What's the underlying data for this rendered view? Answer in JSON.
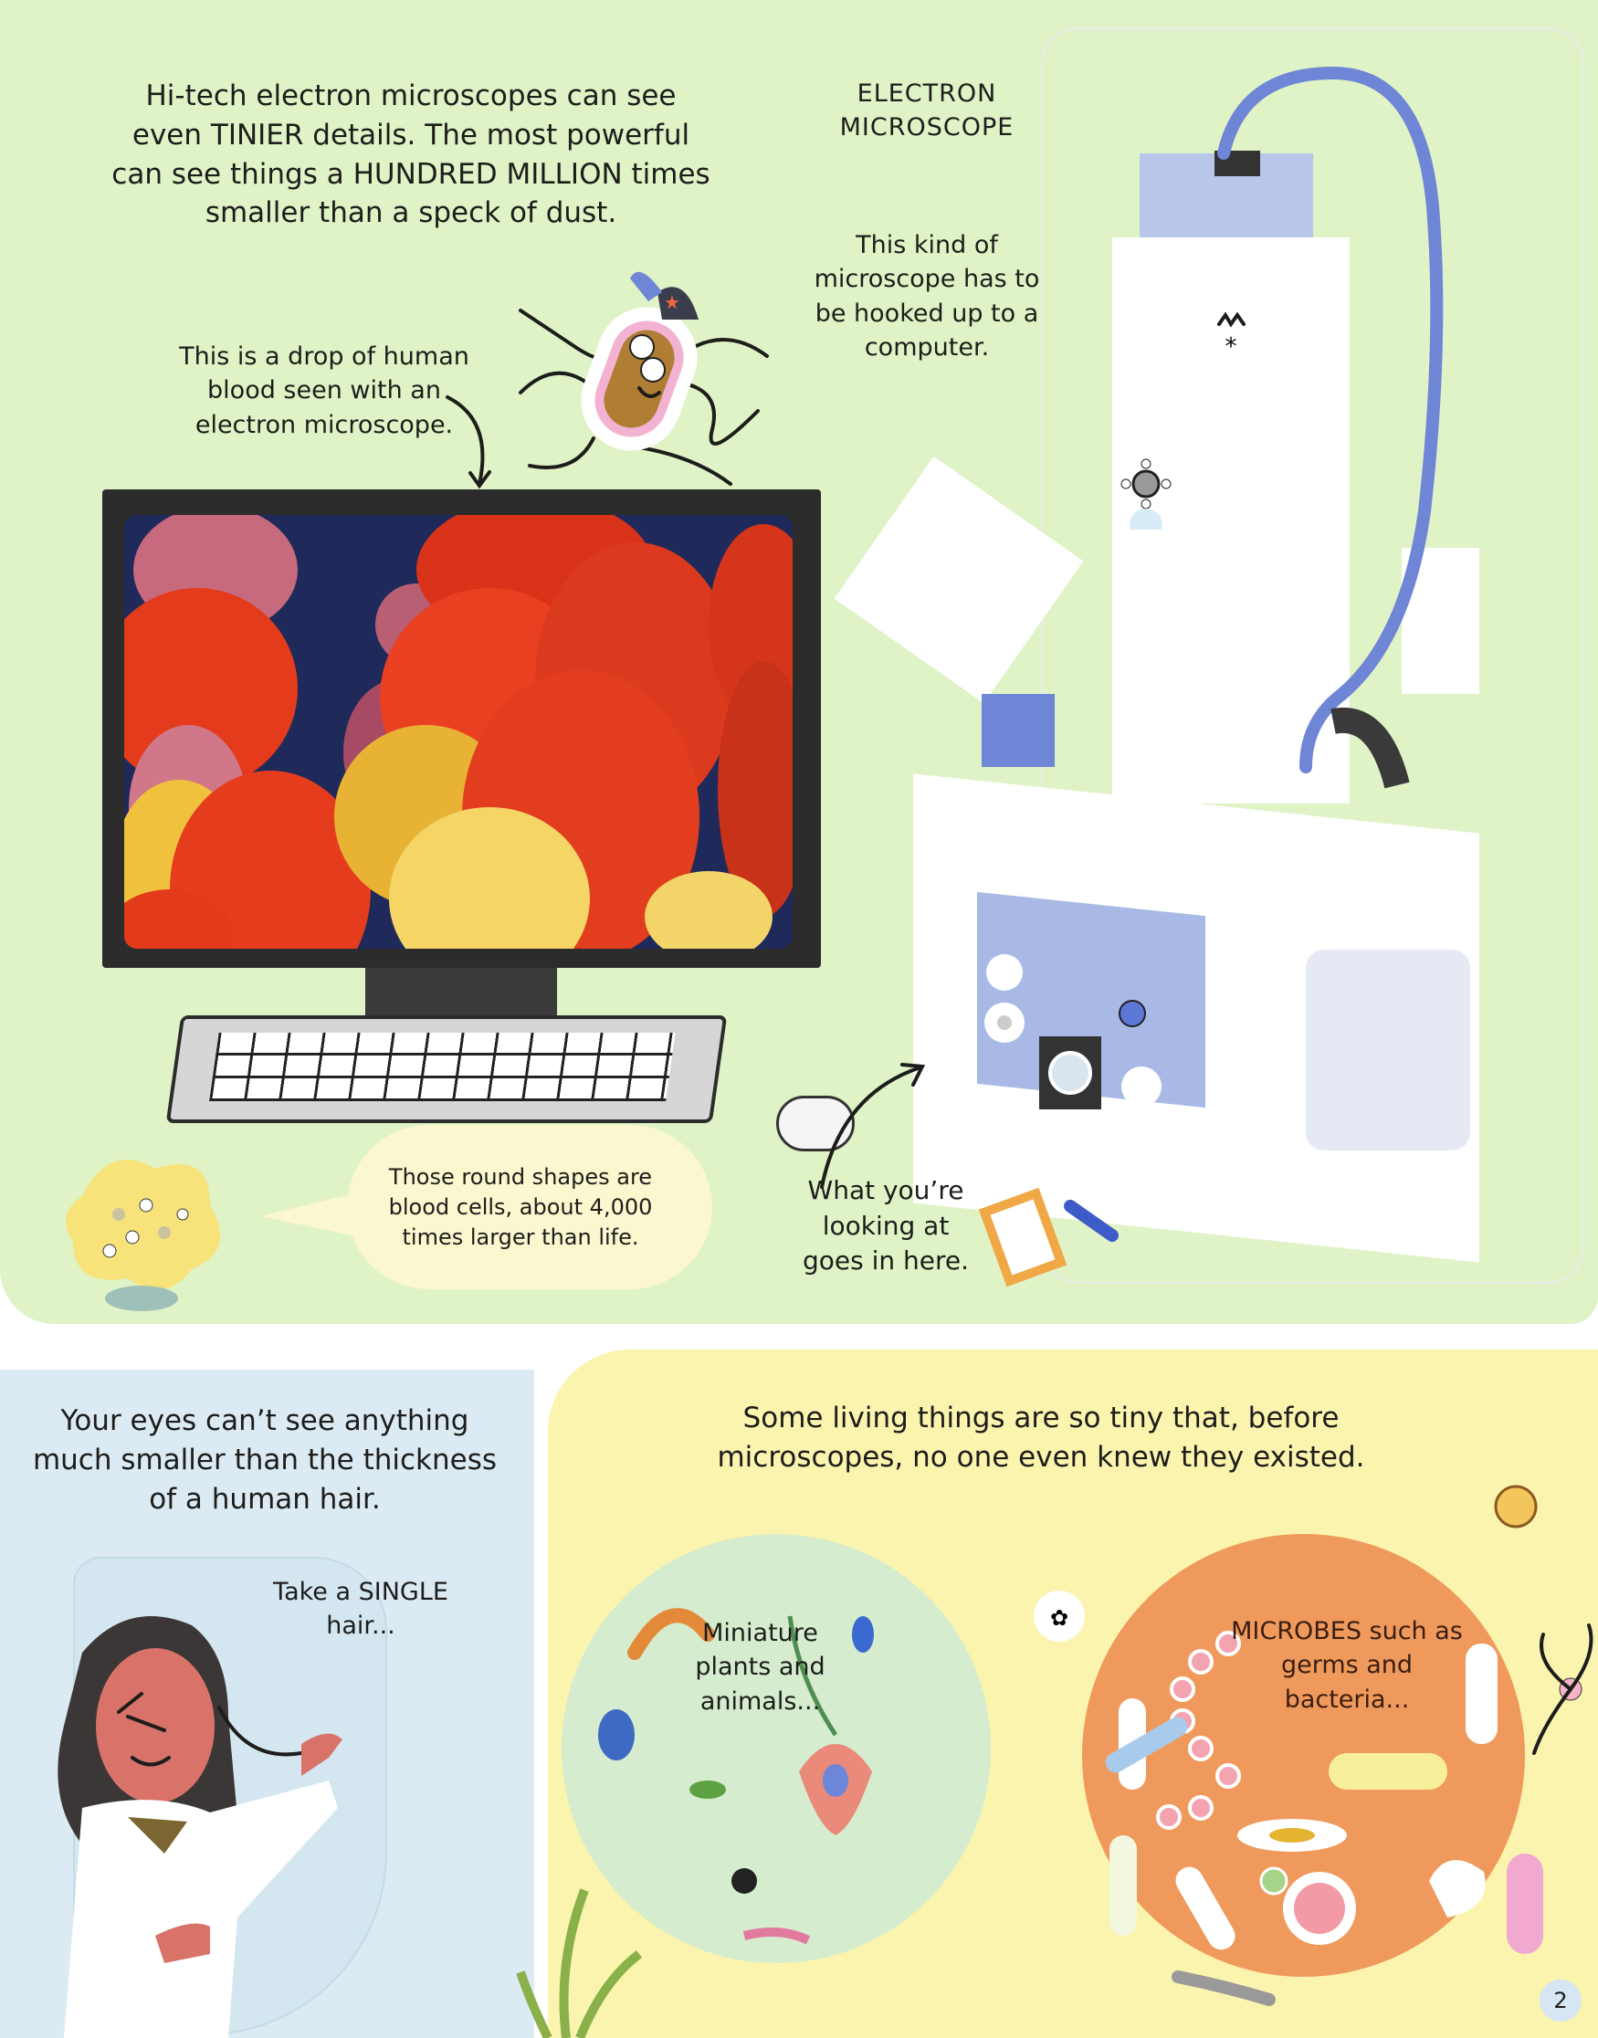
{
  "top_section": {
    "intro_text": "Hi-tech electron microscopes can see even TINIER details. The most powerful can see things a HUNDRED MILLION times smaller than a speck of dust.",
    "microscope_label": "ELECTRON MICROSCOPE",
    "hooked_up_text": "This kind of microscope has to be hooked up to a computer.",
    "blood_caption": "This is a drop of human blood seen with an electron microscope.",
    "round_shapes_bubble": "Those round shapes are blood cells, about 4,000 times larger than life.",
    "specimen_caption": "What you’re looking at goes in here."
  },
  "bottom_left": {
    "eyes_text": "Your eyes can’t see anything much smaller than the thickness of a human hair.",
    "speech_bubble": "Take a SINGLE hair..."
  },
  "bottom_right": {
    "living_things_text": "Some living things are so tiny that, before microscopes, no one even knew they existed.",
    "miniature_label": "Miniature plants and animals...",
    "microbes_label": "MICROBES such as germs and bacteria..."
  },
  "page_number": "2",
  "colors": {
    "top_background": "#dff3c6",
    "left_background": "#dcebf3",
    "right_background": "#fbf4ae",
    "microbe_circle": "#ef9a5c",
    "mini_circle": "#d5ecce",
    "cable_blue": "#6f86d6",
    "panel_blue": "#9fb3e6",
    "red_blood_cell": "#e8381f",
    "white_blood_cell": "#f2c64a"
  }
}
